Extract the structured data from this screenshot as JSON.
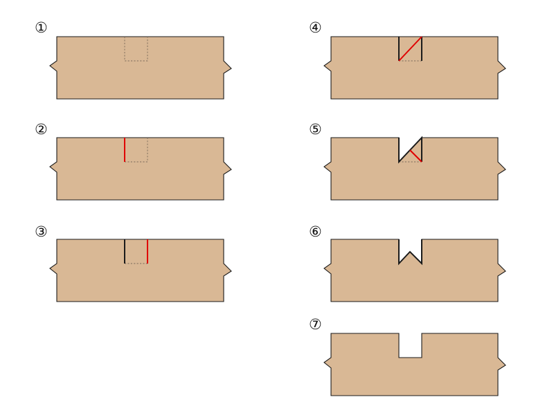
{
  "colors": {
    "wood": "#d9b895",
    "outline": "#1a1a1a",
    "cut_active": "#e00000",
    "cut_done": "#1a1a1a",
    "guide": "#7a6a5a",
    "background": "#ffffff"
  },
  "steps": [
    {
      "label": "①",
      "state": "marked"
    },
    {
      "label": "②",
      "state": "first-cut"
    },
    {
      "label": "③",
      "state": "second-cut"
    },
    {
      "label": "④",
      "state": "diagonal-cut"
    },
    {
      "label": "⑤",
      "state": "partial-removal"
    },
    {
      "label": "⑥",
      "state": "v-notch"
    },
    {
      "label": "⑦",
      "state": "finished-notch"
    }
  ]
}
